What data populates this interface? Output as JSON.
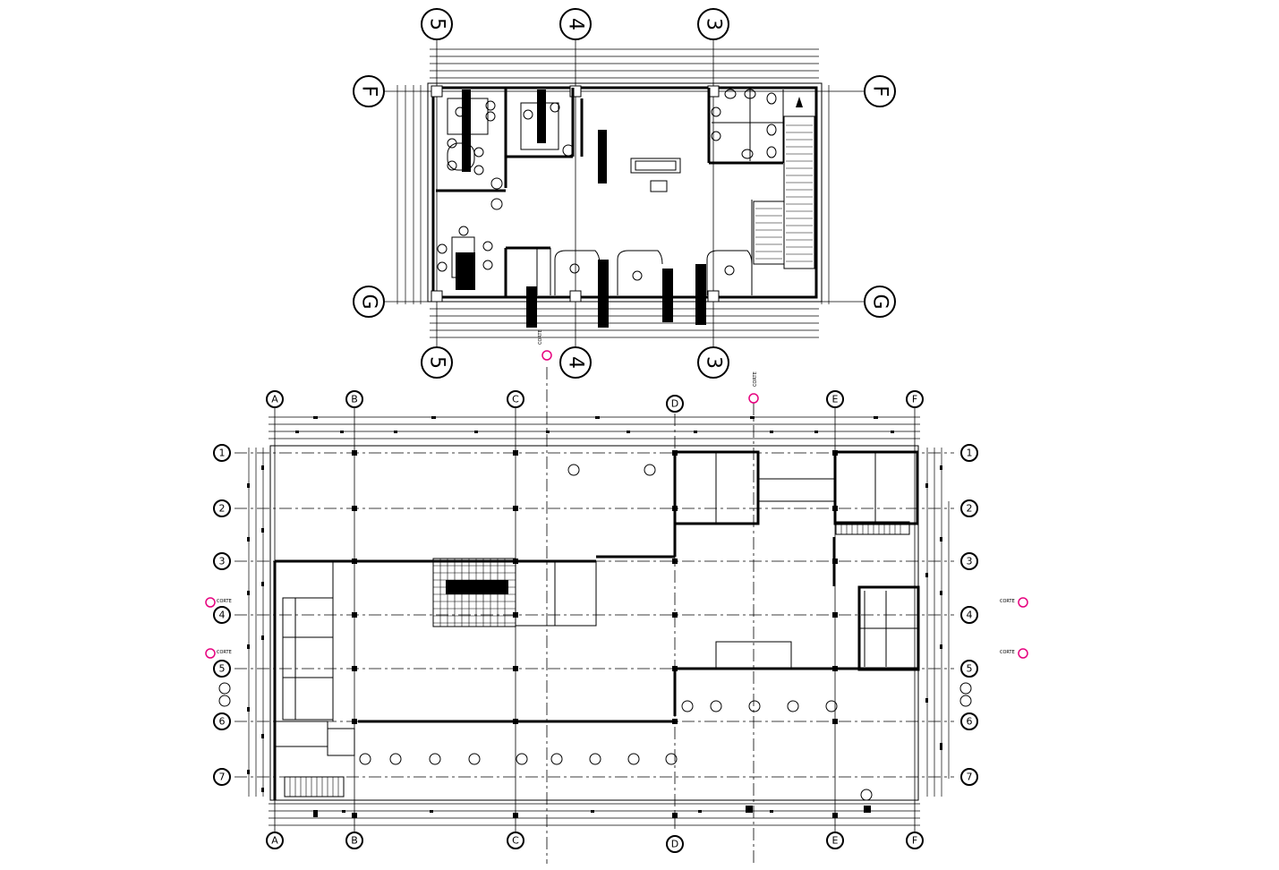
{
  "drawing": {
    "upper_plan": {
      "axis_numbers": [
        "5",
        "4",
        "3"
      ],
      "axis_letters": [
        "F",
        "G"
      ]
    },
    "lower_plan": {
      "axis_letters": [
        "A",
        "B",
        "C",
        "D",
        "E",
        "F"
      ],
      "axis_numbers": [
        "1",
        "2",
        "3",
        "4",
        "5",
        "6",
        "7"
      ]
    },
    "section_marks": [
      {
        "id": "sec-top-4",
        "label": "CORTE"
      },
      {
        "id": "sec-top-d",
        "label": "CORTE"
      },
      {
        "id": "sec-left-4",
        "label": "CORTE"
      },
      {
        "id": "sec-left-5",
        "label": "CORTE"
      },
      {
        "id": "sec-right-4",
        "label": "CORTE"
      },
      {
        "id": "sec-right-5",
        "label": "CORTE"
      }
    ]
  }
}
